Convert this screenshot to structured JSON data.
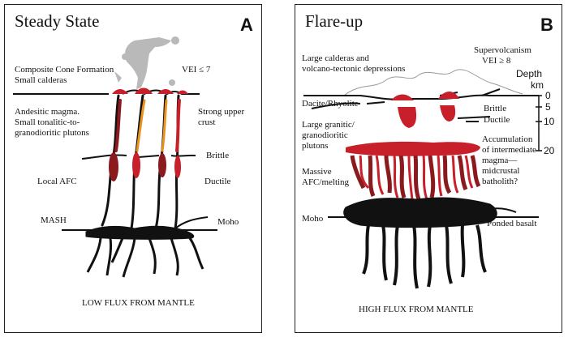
{
  "panel_a": {
    "title": "Steady State",
    "letter": "A",
    "labels": {
      "composite_cone": "Composite Cone Formation",
      "small_calderas": "Small calderas",
      "vei": "VEI ≤ 7",
      "andesitic_1": "Andesitic magma.",
      "andesitic_2": "Small tonalitic-to-",
      "andesitic_3": "granodioritic plutons",
      "strong_upper_1": "Strong upper",
      "strong_upper_2": "crust",
      "brittle": "Brittle",
      "local_afc": "Local AFC",
      "ductile": "Ductile",
      "mash": "MASH",
      "moho": "Moho",
      "flux": "LOW FLUX FROM MANTLE"
    }
  },
  "panel_b": {
    "title": "Flare-up",
    "letter": "B",
    "labels": {
      "large_calderas_1": "Large calderas and",
      "large_calderas_2": "volcano-tectonic depressions",
      "supervolcanism": "Supervolcanism",
      "vei": "VEI ≥ 8",
      "dacite": "Dacite/Rhyolite",
      "large_granitic_1": "Large granitic/",
      "large_granitic_2": "granodioritic",
      "large_granitic_3": "plutons",
      "brittle": "Brittle",
      "ductile": "Ductile",
      "accum_1": "Accumulation",
      "accum_2": "of intermediate",
      "accum_3": "magma—",
      "accum_4": "midcrustal",
      "accum_5": "batholith?",
      "massive_1": "Massive",
      "massive_2": "AFC/melting",
      "moho": "Moho",
      "ponded": "Ponded basalt",
      "flux": "HIGH FLUX FROM MANTLE"
    },
    "depth_axis": {
      "title_1": "Depth",
      "title_2": "km",
      "ticks": [
        "0",
        "5",
        "10",
        "20"
      ]
    }
  },
  "colors": {
    "magma_red": "#c8202a",
    "magma_dark": "#8a1a1e",
    "orange": "#e8931e",
    "ash_gray": "#b9b9b9",
    "mantle_black": "#111111"
  }
}
